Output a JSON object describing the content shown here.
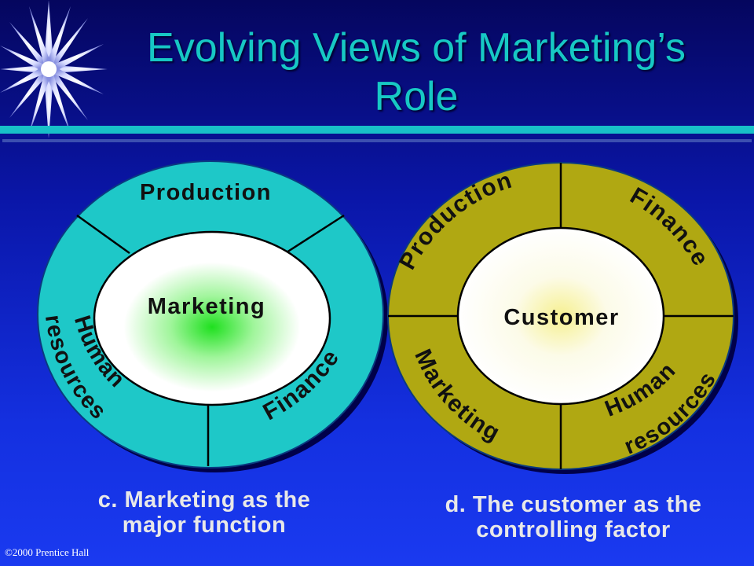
{
  "slide": {
    "title_line1": "Evolving Views of Marketing’s",
    "title_line2": "Role",
    "copyright": "©2000 Prentice Hall"
  },
  "diagram_c": {
    "center": "Marketing",
    "segments": [
      "Production",
      "Finance",
      "Human",
      "resources"
    ],
    "caption_line1": "c. Marketing as the",
    "caption_line2": "major function"
  },
  "diagram_d": {
    "center": "Customer",
    "segments": [
      "Production",
      "Finance",
      "Marketing",
      "Human",
      "resources"
    ],
    "caption_line1": "d. The customer as the",
    "caption_line2": "controlling factor"
  },
  "colors": {
    "title": "#17c8c4",
    "ring_c": "#1ec8c8",
    "ring_d": "#b0a812",
    "background": "#0a16a8"
  }
}
